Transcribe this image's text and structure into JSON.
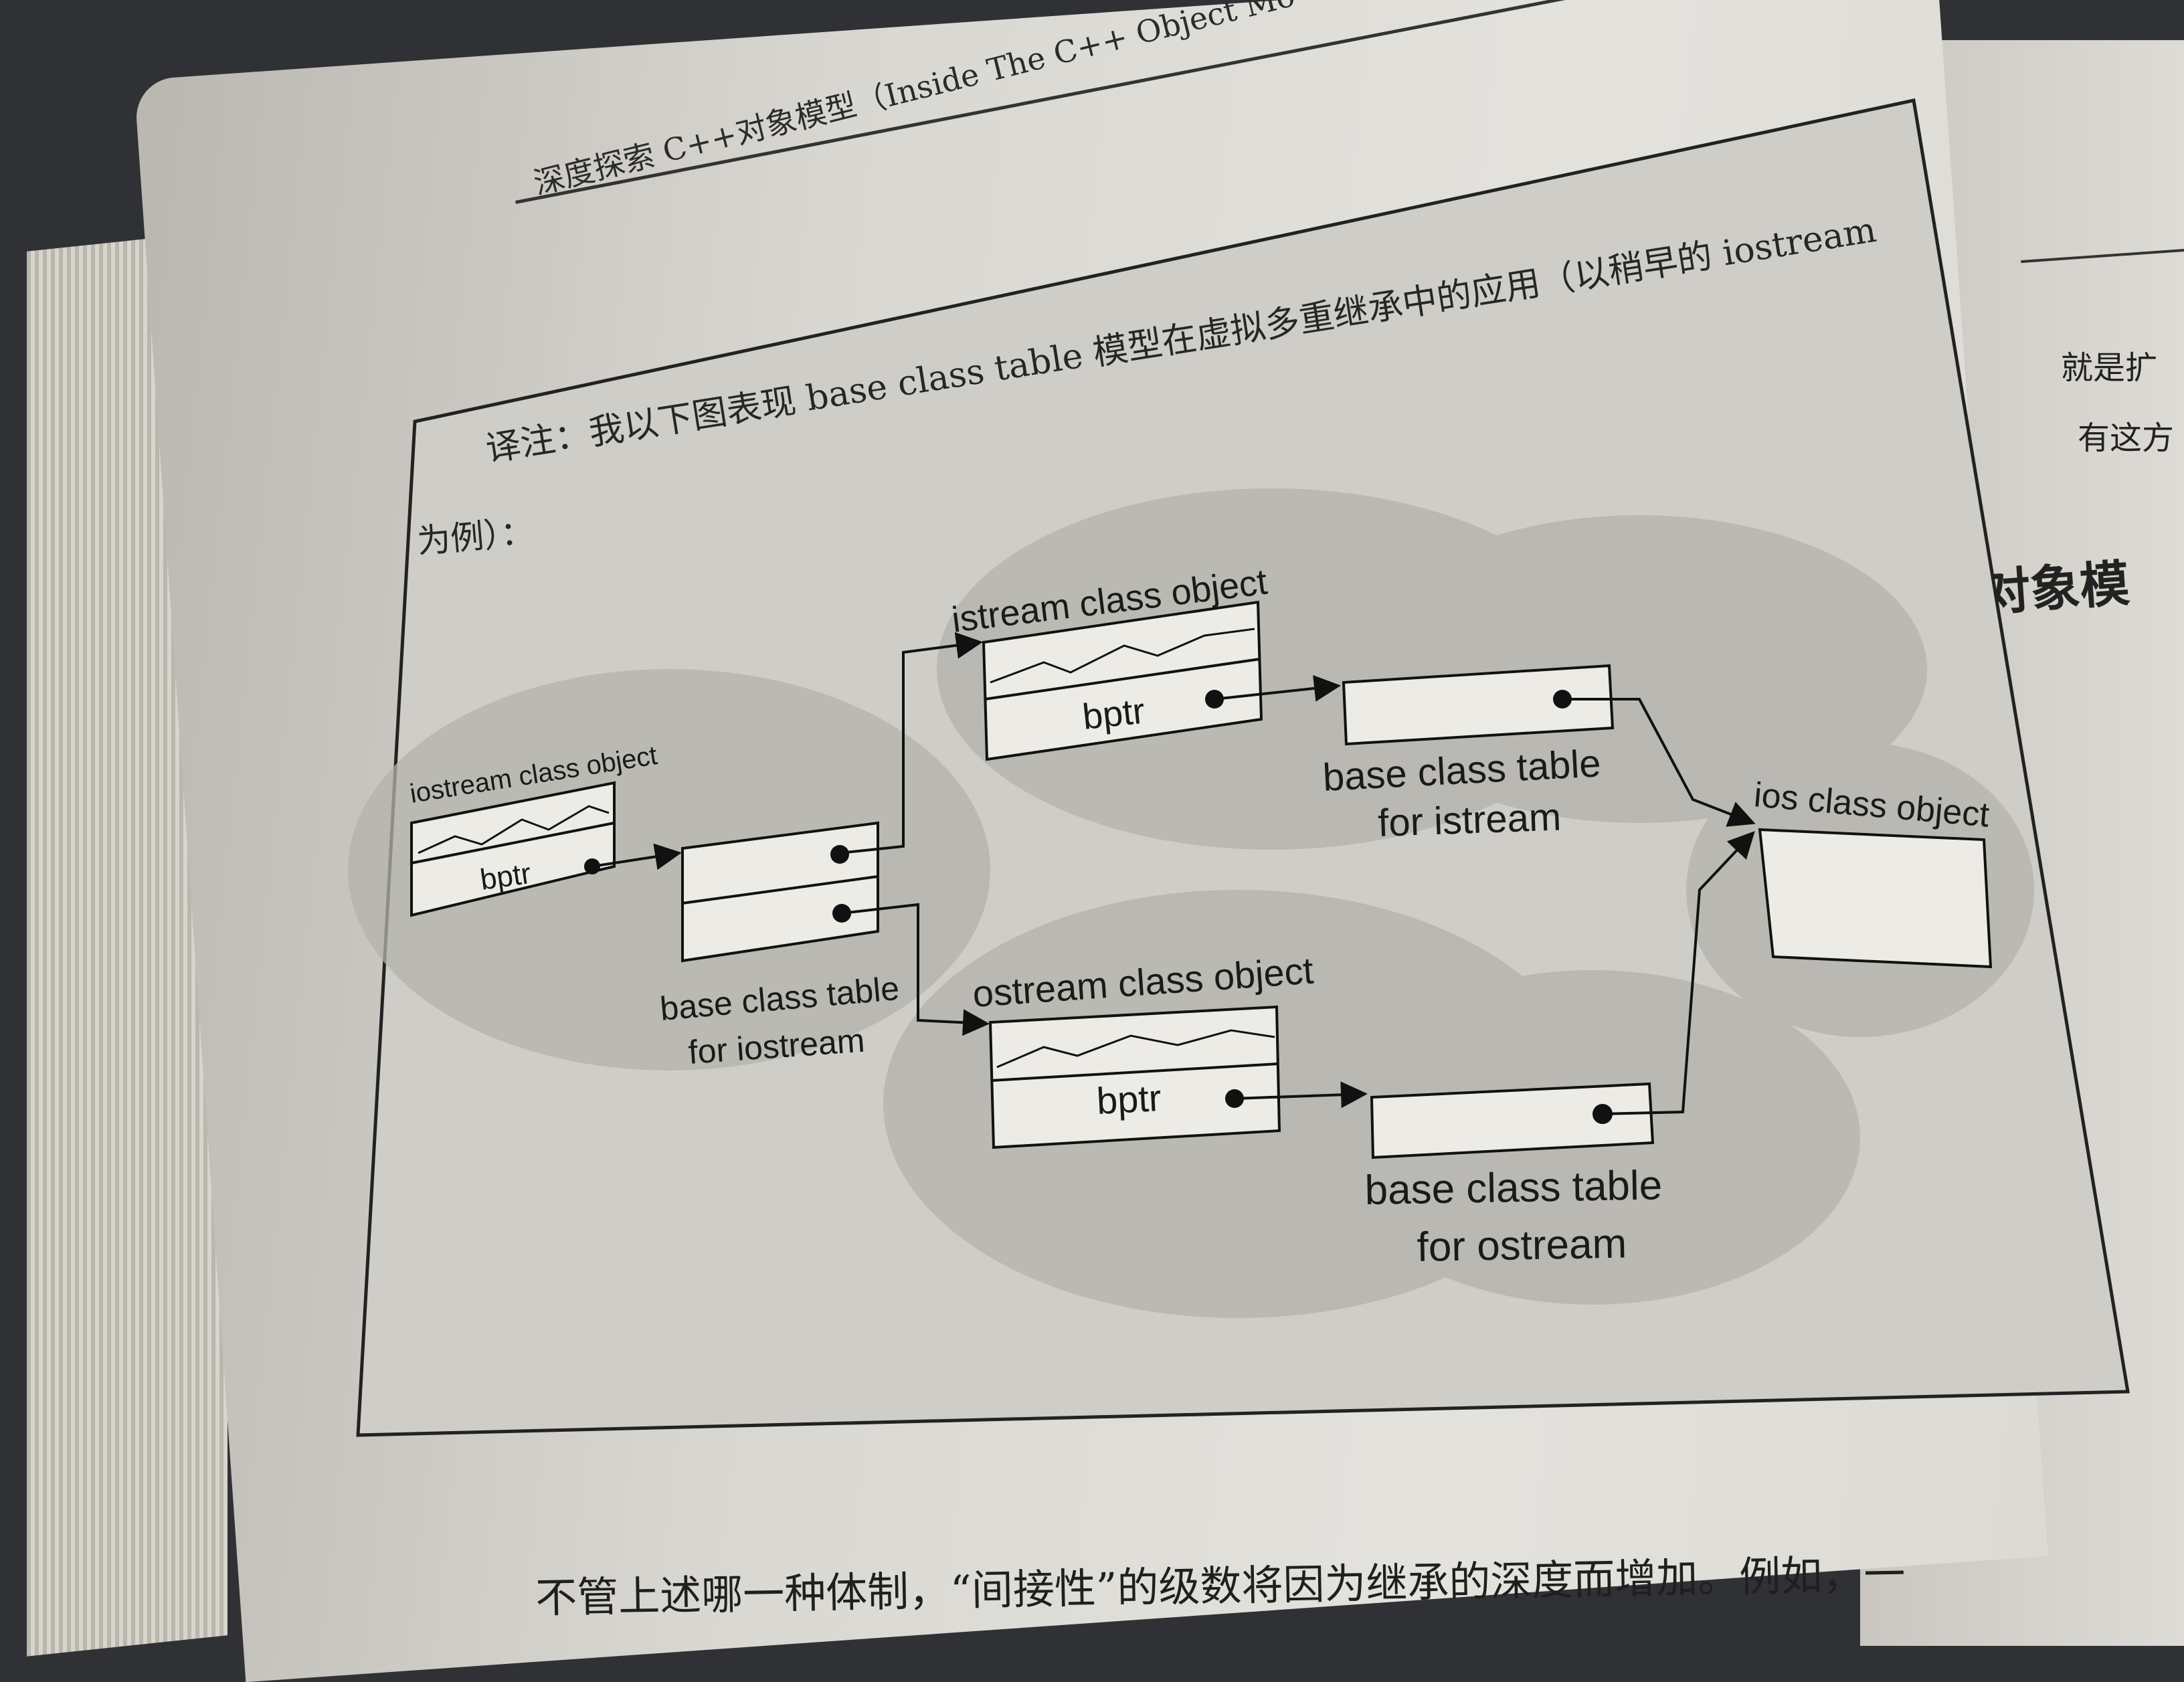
{
  "running_head": "深度探索 C++对象模型（Inside The C++ Object Mo",
  "caption": {
    "line1": "译注：我以下图表现 base class table 模型在虚拟多重继承中的应用（以稍早的 iostream",
    "line2": "为例）："
  },
  "figure": {
    "iostream_object": {
      "title": "iostream class object",
      "ptr": "bptr"
    },
    "iostream_table": {
      "line1": "base class table",
      "line2": "for iostream"
    },
    "istream_object": {
      "title": "istream class object",
      "ptr": "bptr"
    },
    "istream_table": {
      "line1": "base class table",
      "line2": "for istream"
    },
    "ostream_object": {
      "title": "ostream class object",
      "ptr": "bptr"
    },
    "ostream_table": {
      "line1": "base class table",
      "line2": "for ostream"
    },
    "ios_object": {
      "title": "ios class object"
    }
  },
  "bottom_text": "不管上述哪一种体制，“间接性”的级数将因为继承的深度而增加。例如，一",
  "side_page": {
    "line1": "就是扩",
    "line2": "有这方",
    "heading": "对象模"
  }
}
